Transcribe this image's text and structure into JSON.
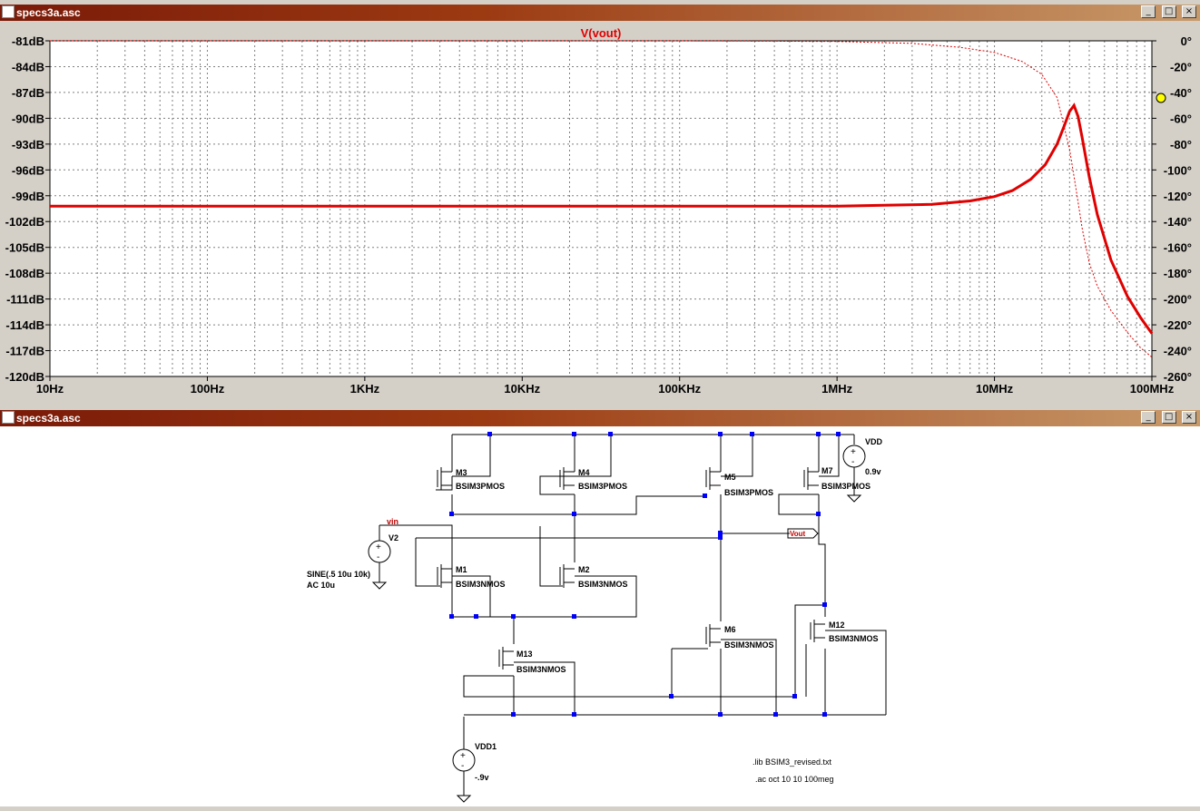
{
  "plot_window": {
    "title": "specs3a.asc",
    "buttons": {
      "minimize": "_",
      "maximize": "□",
      "close": "×"
    },
    "trace_label": "V(vout)"
  },
  "schematic_window": {
    "title": "specs3a.asc",
    "buttons": {
      "minimize": "_",
      "maximize": "□",
      "close": "×"
    },
    "components": [
      {
        "id": "M3",
        "model": "BSIM3PMOS"
      },
      {
        "id": "M4",
        "model": "BSIM3PMOS"
      },
      {
        "id": "M5",
        "model": "BSIM3PMOS"
      },
      {
        "id": "M7",
        "model": "BSIM3PMOS"
      },
      {
        "id": "M1",
        "model": "BSIM3NMOS"
      },
      {
        "id": "M2",
        "model": "BSIM3NMOS"
      },
      {
        "id": "M6",
        "model": "BSIM3NMOS"
      },
      {
        "id": "M12",
        "model": "BSIM3NMOS"
      },
      {
        "id": "M13",
        "model": "BSIM3NMOS"
      }
    ],
    "sources": {
      "v2": {
        "name": "V2",
        "value1": "SINE(.5 10u 10k)",
        "value2": "AC 10u"
      },
      "vdd": {
        "name": "VDD",
        "value": "0.9v"
      },
      "vdd1": {
        "name": "VDD1",
        "value": "-.9v"
      }
    },
    "net_labels": {
      "vin": "vin",
      "vout": "Vout"
    },
    "directives": [
      ".lib BSIM3_revised.txt",
      ".ac oct 10 10 100meg"
    ]
  },
  "chart_data": {
    "type": "line",
    "title": "V(vout)",
    "x_scale": "log",
    "xlim": [
      10,
      100000000
    ],
    "x_tick_labels": [
      "10Hz",
      "100Hz",
      "1KHz",
      "10KHz",
      "100KHz",
      "1MHz",
      "10MHz",
      "100MHz"
    ],
    "ylim": [
      -120,
      -81
    ],
    "y_tick_labels": [
      "-81dB",
      "-84dB",
      "-87dB",
      "-90dB",
      "-93dB",
      "-96dB",
      "-99dB",
      "-102dB",
      "-105dB",
      "-108dB",
      "-111dB",
      "-114dB",
      "-117dB",
      "-120dB"
    ],
    "y2lim": [
      -260,
      0
    ],
    "y2_tick_labels": [
      "0°",
      "-20°",
      "-40°",
      "-60°",
      "-80°",
      "-100°",
      "-120°",
      "-140°",
      "-160°",
      "-180°",
      "-200°",
      "-220°",
      "-240°",
      "-260°"
    ],
    "grid": true,
    "colors": {
      "trace": "#e00000",
      "grid": "#808080"
    },
    "series": [
      {
        "axis": "magnitude",
        "style": "solid",
        "x": [
          10,
          100,
          1000,
          10000,
          100000,
          1000000,
          2000000,
          4000000,
          7000000,
          10000000,
          13000000,
          17000000,
          21000000,
          25000000,
          28000000,
          30000000,
          32000000,
          34000000,
          36000000,
          40000000,
          45000000,
          55000000,
          70000000,
          85000000,
          100000000
        ],
        "y": [
          -100.2,
          -100.2,
          -100.2,
          -100.2,
          -100.2,
          -100.2,
          -100.1,
          -100.0,
          -99.6,
          -99.1,
          -98.4,
          -97.1,
          -95.4,
          -93.0,
          -90.7,
          -89.2,
          -88.5,
          -89.8,
          -92.2,
          -96.8,
          -101.2,
          -106.5,
          -110.7,
          -113.2,
          -115.0
        ]
      },
      {
        "axis": "phase",
        "style": "dashed",
        "x": [
          10,
          100,
          1000,
          10000,
          100000,
          1000000,
          3000000,
          6000000,
          10000000,
          15000000,
          20000000,
          25000000,
          30000000,
          33000000,
          36000000,
          40000000,
          45000000,
          55000000,
          70000000,
          85000000,
          100000000
        ],
        "y": [
          0,
          0,
          0,
          0,
          0,
          -0.5,
          -2,
          -5,
          -9,
          -16,
          -26,
          -44,
          -84,
          -115,
          -145,
          -172,
          -190,
          -209,
          -226,
          -238,
          -245
        ]
      }
    ]
  }
}
